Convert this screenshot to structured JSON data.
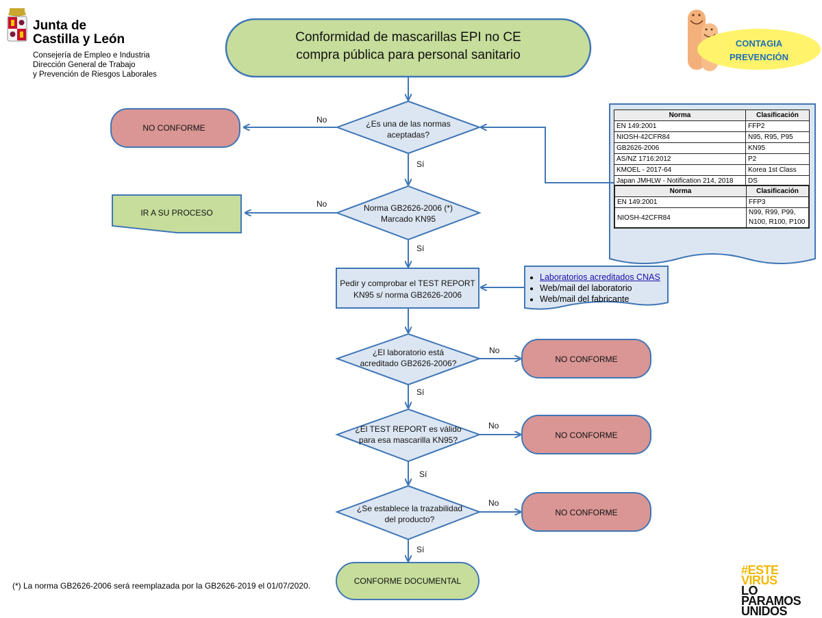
{
  "header": {
    "org_line1": "Junta de",
    "org_line2": "Castilla y León",
    "sub_line1": "Consejería de Empleo e Industria",
    "sub_line2": "Dirección General de Trabajo",
    "sub_line3": "y Prevención de Riesgos Laborales",
    "badge_line1": "CONTAGIA",
    "badge_line2": "PREVENCIÓN"
  },
  "title": {
    "line1": "Conformidad de mascarillas EPI no CE",
    "line2": "compra pública para personal sanitario"
  },
  "nodes": {
    "d1_line1": "¿Es una de las normas",
    "d1_line2": "aceptadas?",
    "no_conforme_1": "NO CONFORME",
    "d2_line1": "Norma GB2626-2006 (*)",
    "d2_line2": "Marcado KN95",
    "ir_proceso": "IR A SU PROCESO",
    "test_line1": "Pedir y comprobar el TEST REPORT",
    "test_line2": "KN95 s/ norma GB2626-2006",
    "d3_line1": "¿El laboratorio está",
    "d3_line2": "acreditado GB2626-2006?",
    "no_conforme_2": "NO CONFORME",
    "d4_line1": "¿El TEST REPORT es válido",
    "d4_line2": "para esa mascarilla KN95?",
    "no_conforme_3": "NO CONFORME",
    "d5_line1": "¿Se establece la trazabilidad",
    "d5_line2": "del producto?",
    "no_conforme_4": "NO CONFORME",
    "conforme": "CONFORME DOCUMENTAL"
  },
  "edges": {
    "no": "No",
    "si": "Sí"
  },
  "sources": {
    "item1": "Laboratorios acreditados CNAS",
    "item2": "Web/mail del laboratorio",
    "item3": "Web/mail del fabricante"
  },
  "table1": {
    "headers": [
      "Norma",
      "Clasificación"
    ],
    "rows": [
      [
        "EN 149:2001",
        "FFP2"
      ],
      [
        "NIOSH-42CFR84",
        "N95, R95, P95"
      ],
      [
        "GB2626-2006",
        "KN95"
      ],
      [
        "AS/NZ 1716:2012",
        "P2"
      ],
      [
        "KMOEL - 2017-64",
        "Korea 1st Class"
      ],
      [
        "Japan JMHLW - Notification 214, 2018",
        "DS"
      ]
    ]
  },
  "table2": {
    "headers": [
      "Norma",
      "Clasificación"
    ],
    "rows": [
      [
        "EN 149:2001",
        "FFP3"
      ],
      [
        "NIOSH-42CFR84",
        "N99, R99, P99,\nN100, R100, P100"
      ]
    ]
  },
  "footnote": "(*) La norma GB2626-2006 será reemplazada por la GB2626-2019 el 01/07/2020.",
  "slogan": {
    "line1": "#ESTE",
    "line2": "VIRUS",
    "line3": "LO",
    "line4": "PARAMOS",
    "line5": "UNIDOS"
  },
  "colors": {
    "green": "#c6dd9c",
    "red": "#d99694",
    "blue_fill": "#dce6f2",
    "blue_line": "#3f76b6",
    "badge_yellow": "#fff36b"
  }
}
